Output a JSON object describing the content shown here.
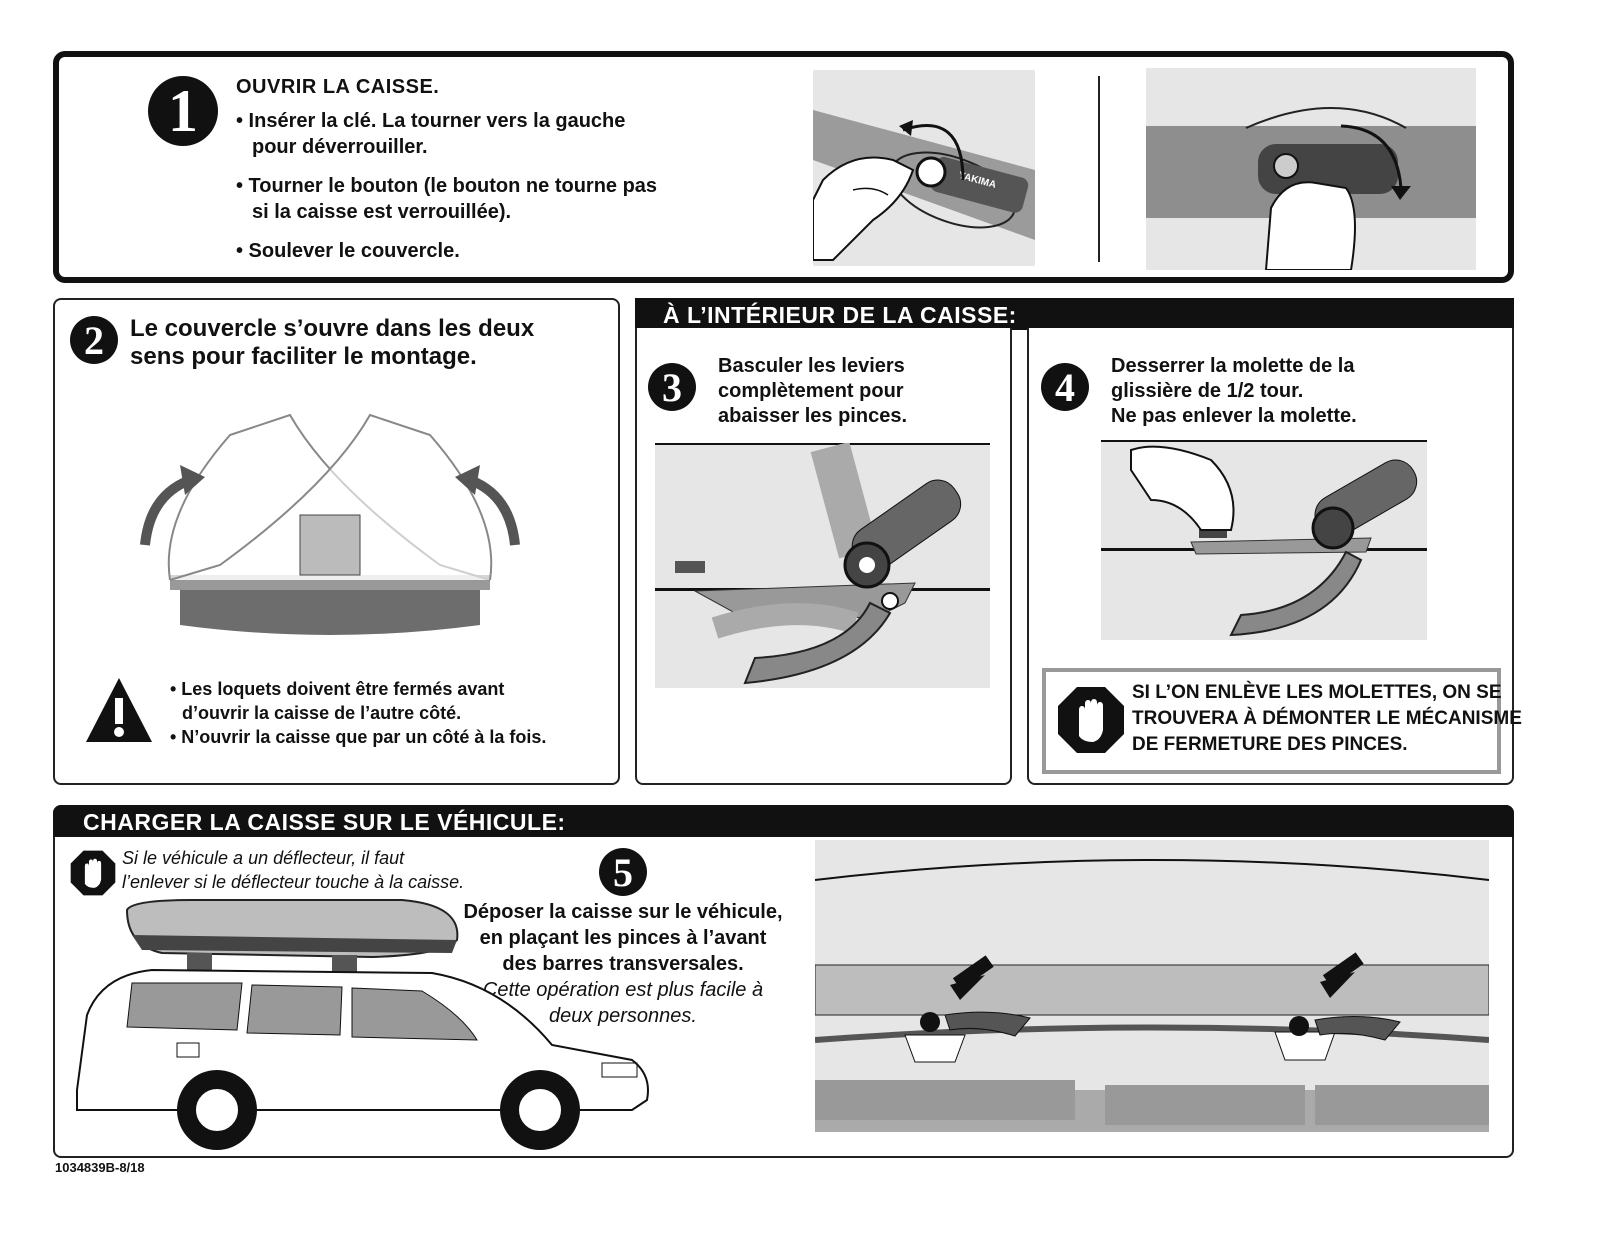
{
  "step1": {
    "number": "1",
    "title": "OUVRIR LA CAISSE.",
    "bullets": [
      {
        "line1": "• Insérer la clé. La tourner vers la gauche",
        "line2": "pour déverrouiller."
      },
      {
        "line1": "• Tourner le bouton (le bouton ne tourne pas",
        "line2": "si la caisse est verrouillée)."
      },
      {
        "line1": "• Soulever le couvercle.",
        "line2": ""
      }
    ],
    "brand_logo": "YAKIMA"
  },
  "step2": {
    "number": "2",
    "title_line1": "Le couvercle s’ouvre dans les deux",
    "title_line2": "sens pour faciliter le montage.",
    "warnings": [
      {
        "line1": "• Les loquets doivent être fermés avant",
        "line2": "d’ouvrir la caisse de l’autre côté."
      },
      {
        "line1": "• N’ouvrir la caisse que par un côté à la fois.",
        "line2": ""
      }
    ]
  },
  "inside": {
    "header": "À L’INTÉRIEUR DE LA CAISSE:",
    "step3": {
      "number": "3",
      "lines": [
        "Basculer les leviers",
        "complètement pour",
        "abaisser les pinces."
      ]
    },
    "step4": {
      "number": "4",
      "lines": [
        "Desserrer la molette de la",
        "glissière de 1/2 tour.",
        "Ne pas enlever la molette."
      ]
    },
    "stop_warning": [
      "SI L’ON ENLÈVE LES MOLETTES, ON SE",
      "TROUVERA À DÉMONTER LE MÉCANISME",
      "DE FERMETURE DES PINCES."
    ]
  },
  "loading": {
    "header": "CHARGER LA CAISSE SUR LE VÉHICULE:",
    "deflector_note": [
      "Si le véhicule a un déflecteur, il faut",
      "l’enlever si le déflecteur touche à la caisse."
    ],
    "step5": {
      "number": "5",
      "bold_lines": [
        "Déposer la caisse sur le véhicule,",
        "en plaçant les pinces à l’avant",
        "des barres transversales."
      ],
      "italic_lines": [
        "Cette opération est plus facile à",
        "deux personnes."
      ]
    }
  },
  "footer": {
    "part_number": "1034839B-8/18"
  },
  "colors": {
    "black": "#111111",
    "photo_gray": "#e6e6e6",
    "mid_gray": "#8a8a8a"
  },
  "icons": [
    "warning-triangle-icon",
    "stop-hand-icon",
    "rotate-arrow-icon",
    "pointer-arrow-icon"
  ]
}
